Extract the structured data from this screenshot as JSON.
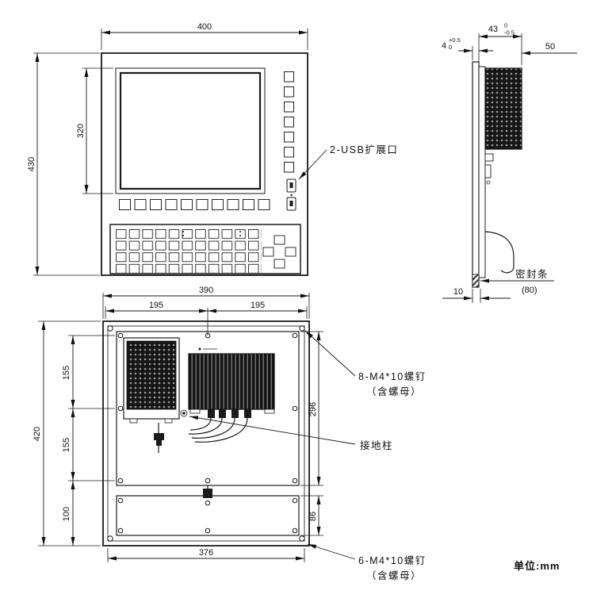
{
  "unit_note": "单位:mm",
  "front_view": {
    "dim_width": "400",
    "dim_height": "430",
    "dim_screen_height": "320",
    "usb_label": "2-USB扩展口"
  },
  "side_view": {
    "dim_depth": "43",
    "dim_depth_tol_upper": "0",
    "dim_depth_tol_lower": "-0.5",
    "dim_flange": "4",
    "dim_flange_tol_upper": "+0.5",
    "dim_flange_tol_lower": "0",
    "dim_rear_box": "50",
    "dim_bottom_gap": "10",
    "seal_label": "密封条",
    "seal_value": "(80)"
  },
  "rear_view": {
    "dim_width_top": "390",
    "dim_left_span": "195",
    "dim_right_span": "195",
    "dim_height": "420",
    "dim_seg_upper": "155",
    "dim_seg_lower": "155",
    "dim_seg_bottom": "100",
    "dim_plate_height": "296",
    "dim_cover_height": "86",
    "dim_width_bottom": "376",
    "screws8_label": "8-M4*10螺钉",
    "screws8_note": "（含螺母）",
    "ground_label": "接地柱",
    "screws6_label": "6-M4*10螺钉",
    "screws6_note": "（含螺母）"
  }
}
